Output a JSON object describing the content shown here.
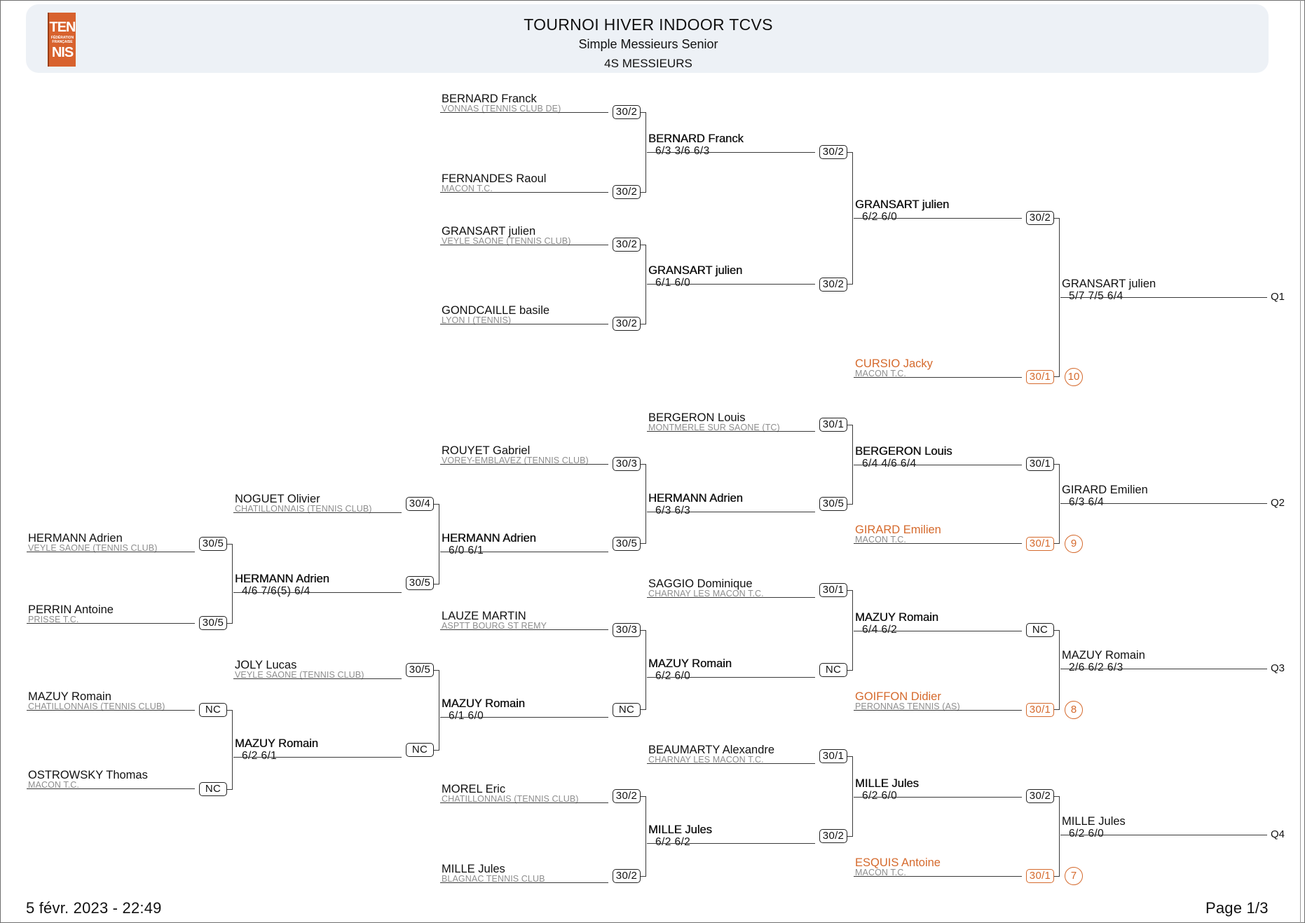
{
  "header": {
    "logo_top": "TEN",
    "logo_middle": "FÉDÉRATION FRANÇAISE",
    "logo_bottom": "NIS",
    "title": "TOURNOI HIVER INDOOR TCVS",
    "subtitle": "Simple Messieurs Senior",
    "category": "4S MESSIEURS"
  },
  "bracket": {
    "r1": [
      {
        "name": "HERMANN Adrien",
        "club": "VEYLE SAONE (TENNIS CLUB)",
        "rank": "30/5"
      },
      {
        "name": "PERRIN Antoine",
        "club": "PRISSE T.C.",
        "rank": "30/5"
      },
      {
        "name": "MAZUY Romain",
        "club": "CHATILLONNAIS (TENNIS CLUB)",
        "rank": "NC"
      },
      {
        "name": "OSTROWSKY Thomas",
        "club": "MACON T.C.",
        "rank": "NC"
      }
    ],
    "r2": [
      {
        "name": "NOGUET Olivier",
        "club": "CHATILLONNAIS (TENNIS CLUB)",
        "rank": "30/4"
      },
      {
        "name": "HERMANN Adrien",
        "score": "4/6 7/6(5) 6/4",
        "rank": "30/5"
      },
      {
        "name": "JOLY Lucas",
        "club": "VEYLE SAONE (TENNIS CLUB)",
        "rank": "30/5"
      },
      {
        "name": "MAZUY Romain",
        "score": "6/2 6/1",
        "rank": "NC"
      }
    ],
    "r3": [
      {
        "name": "BERNARD Franck",
        "club": "VONNAS (TENNIS CLUB DE)",
        "rank": "30/2"
      },
      {
        "name": "FERNANDES Raoul",
        "club": "MACON T.C.",
        "rank": "30/2"
      },
      {
        "name": "GRANSART julien",
        "club": "VEYLE SAONE (TENNIS CLUB)",
        "rank": "30/2"
      },
      {
        "name": "GONDCAILLE basile",
        "club": "LYON I (TENNIS)",
        "rank": "30/2"
      },
      {
        "name": "ROUYET Gabriel",
        "club": "VOREY-EMBLAVEZ (TENNIS CLUB)",
        "rank": "30/3"
      },
      {
        "name": "HERMANN Adrien",
        "score": "6/0 6/1",
        "rank": "30/5"
      },
      {
        "name": "LAUZE MARTIN",
        "club": "ASPTT BOURG ST REMY",
        "rank": "30/3"
      },
      {
        "name": "MAZUY Romain",
        "score": "6/1 6/0",
        "rank": "NC"
      },
      {
        "name": "MOREL Eric",
        "club": "CHATILLONNAIS (TENNIS CLUB)",
        "rank": "30/2"
      },
      {
        "name": "MILLE Jules",
        "club": "BLAGNAC TENNIS CLUB",
        "rank": "30/2"
      }
    ],
    "r4": [
      {
        "name": "BERNARD Franck",
        "score": "6/3 3/6 6/3",
        "rank": "30/2"
      },
      {
        "name": "GRANSART julien",
        "score": "6/1 6/0",
        "rank": "30/2"
      },
      {
        "name": "BERGERON Louis",
        "club": "MONTMERLE SUR SAONE (TC)",
        "rank": "30/1"
      },
      {
        "name": "HERMANN Adrien",
        "score": "6/3 6/3",
        "rank": "30/5"
      },
      {
        "name": "SAGGIO Dominique",
        "club": "CHARNAY LES MACON T.C.",
        "rank": "30/1"
      },
      {
        "name": "MAZUY Romain",
        "score": "6/2 6/0",
        "rank": "NC"
      },
      {
        "name": "BEAUMARTY Alexandre",
        "club": "CHARNAY LES MACON T.C.",
        "rank": "30/1"
      },
      {
        "name": "MILLE Jules",
        "score": "6/2 6/2",
        "rank": "30/2"
      }
    ],
    "r5": [
      {
        "name": "GRANSART julien",
        "score": "6/2 6/0",
        "rank": "30/2"
      },
      {
        "name": "CURSIO Jacky",
        "club": "MACON T.C.",
        "rank": "30/1",
        "seed": "10"
      },
      {
        "name": "BERGERON Louis",
        "score": "6/4 4/6 6/4",
        "rank": "30/1"
      },
      {
        "name": "GIRARD Emilien",
        "club": "MACON T.C.",
        "rank": "30/1",
        "seed": "9"
      },
      {
        "name": "MAZUY Romain",
        "score": "6/4 6/2",
        "rank": "NC"
      },
      {
        "name": "GOIFFON Didier",
        "club": "PERONNAS TENNIS (AS)",
        "rank": "30/1",
        "seed": "8"
      },
      {
        "name": "MILLE Jules",
        "score": "6/2 6/0",
        "rank": "30/2"
      },
      {
        "name": "ESQUIS Antoine",
        "club": "MACON T.C.",
        "rank": "30/1",
        "seed": "7"
      }
    ],
    "r6": [
      {
        "name": "GRANSART julien",
        "score": "5/7 7/5 6/4",
        "q": "Q1"
      },
      {
        "name": "GIRARD Emilien",
        "score": "6/3 6/4",
        "q": "Q2"
      },
      {
        "name": "MAZUY Romain",
        "score": "2/6 6/2 6/3",
        "q": "Q3"
      },
      {
        "name": "MILLE Jules",
        "score": "6/2 6/0",
        "q": "Q4"
      }
    ]
  },
  "footer": {
    "date": "5 févr. 2023 - 22:49",
    "page": "Page 1/3"
  }
}
